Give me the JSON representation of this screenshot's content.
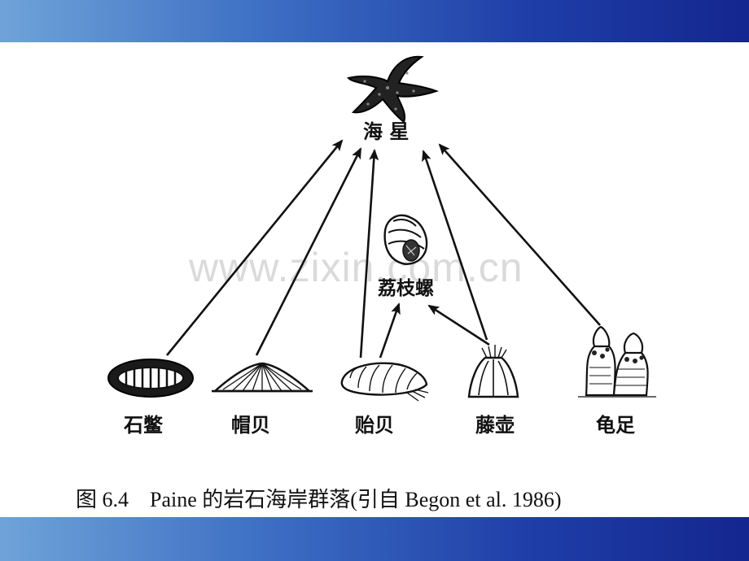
{
  "header_bar": {
    "color_start": "#6fa3d8",
    "color_end": "#14268f"
  },
  "footer_bar": {
    "color_start": "#6fa3d8",
    "color_end": "#14268f"
  },
  "diagram": {
    "predator": {
      "label": "海 星",
      "icon": "starfish-icon"
    },
    "intermediate": {
      "label": "荔枝螺",
      "icon": "whelk-icon"
    },
    "prey": [
      {
        "label": "石鳖",
        "icon": "chiton-icon"
      },
      {
        "label": "帽贝",
        "icon": "limpet-icon"
      },
      {
        "label": "贻贝",
        "icon": "mussel-icon"
      },
      {
        "label": "藤壶",
        "icon": "barnacle-icon"
      },
      {
        "label": "龟足",
        "icon": "goose-barnacle-icon"
      }
    ]
  },
  "caption": "图 6.4　Paine 的岩石海岸群落(引自 Begon et al. 1986)",
  "watermark": "www.zixin.com.cn"
}
